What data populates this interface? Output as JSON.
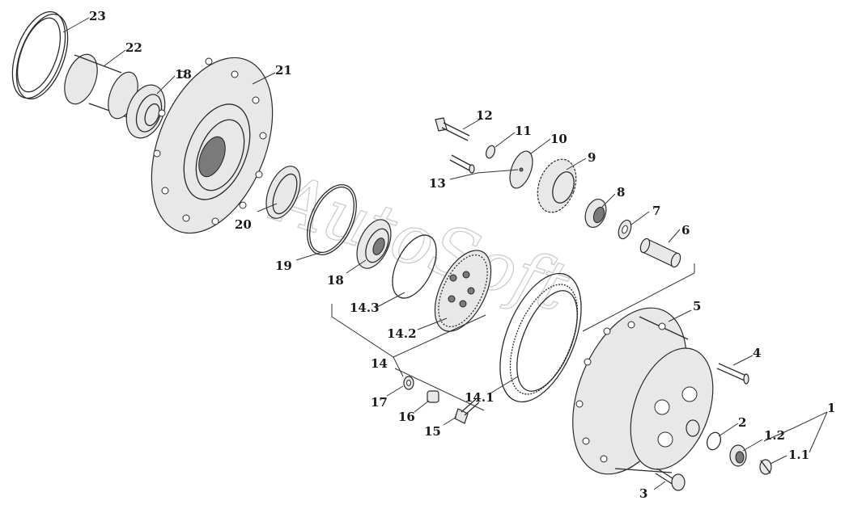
{
  "watermark": "AutoSoft",
  "callouts": [
    {
      "id": "c1",
      "text": "1"
    },
    {
      "id": "c1_1",
      "text": "1.1"
    },
    {
      "id": "c1_2",
      "text": "1.2"
    },
    {
      "id": "c2",
      "text": "2"
    },
    {
      "id": "c3",
      "text": "3"
    },
    {
      "id": "c4",
      "text": "4"
    },
    {
      "id": "c5",
      "text": "5"
    },
    {
      "id": "c6",
      "text": "6"
    },
    {
      "id": "c7",
      "text": "7"
    },
    {
      "id": "c8",
      "text": "8"
    },
    {
      "id": "c9",
      "text": "9"
    },
    {
      "id": "c10",
      "text": "10"
    },
    {
      "id": "c11",
      "text": "11"
    },
    {
      "id": "c12",
      "text": "12"
    },
    {
      "id": "c13",
      "text": "13"
    },
    {
      "id": "c14",
      "text": "14"
    },
    {
      "id": "c14_1",
      "text": "14.1"
    },
    {
      "id": "c14_2",
      "text": "14.2"
    },
    {
      "id": "c14_3",
      "text": "14.3"
    },
    {
      "id": "c15",
      "text": "15"
    },
    {
      "id": "c16",
      "text": "16"
    },
    {
      "id": "c17",
      "text": "17"
    },
    {
      "id": "c18a",
      "text": "18"
    },
    {
      "id": "c18b",
      "text": "18"
    },
    {
      "id": "c19",
      "text": "19"
    },
    {
      "id": "c20",
      "text": "20"
    },
    {
      "id": "c21",
      "text": "21"
    },
    {
      "id": "c22",
      "text": "22"
    },
    {
      "id": "c23",
      "text": "23"
    }
  ]
}
